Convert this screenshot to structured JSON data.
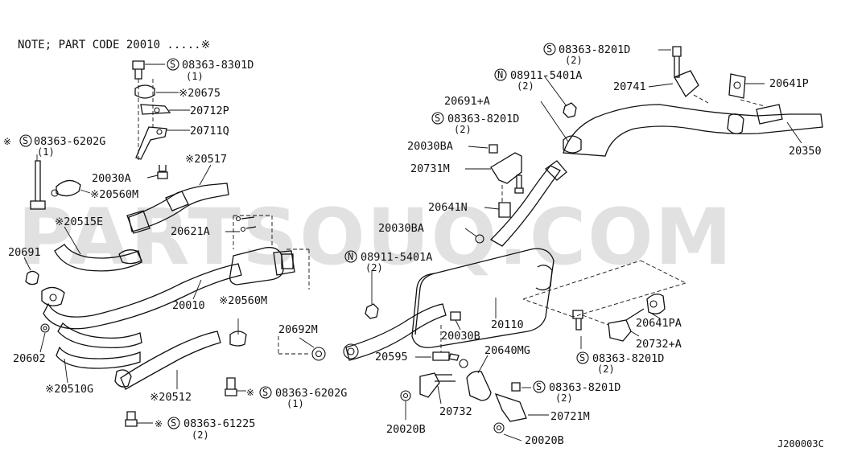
{
  "diagram": {
    "note": "NOTE; PART CODE 20010 .....※",
    "code": "J200003C",
    "watermark": "PARTSOUQ.COM",
    "symbols": {
      "s": "S",
      "n": "N"
    },
    "labels": {
      "bolt_8301D": "08363-8301D",
      "qty_1a": "(1)",
      "p20675": "※20675",
      "p20712P": "20712P",
      "p20711Q": "20711Q",
      "bolt_6202G_left": "08363-6202G",
      "qty_1b": "(1)",
      "p20517": "※20517",
      "p20030A": "20030A",
      "p20560M_top": "※20560M",
      "p20515E": "※20515E",
      "p20621A": "20621A",
      "p20691": "20691",
      "p20010": "20010",
      "p20560M_mid": "※20560M",
      "p20602": "20602",
      "p20510G": "※20510G",
      "p20512": "※20512",
      "bolt_6202G_bottom": "08363-6202G",
      "qty_1c": "(1)",
      "bolt_61225": "08363-61225",
      "qty_2a": "(2)",
      "bolt_8201D_top": "08363-8201D",
      "qty_2b": "(2)",
      "nut_5401A_top": "08911-5401A",
      "qty_2c": "(2)",
      "p20741": "20741",
      "p20641P": "20641P",
      "p20691A": "20691+A",
      "bolt_8201D_mid": "08363-8201D",
      "qty_2d": "(2)",
      "p20030BA_top": "20030BA",
      "p20731M": "20731M",
      "p20350": "20350",
      "p20641N": "20641N",
      "p20030BA_mid": "20030BA",
      "nut_5401A_mid": "08911-5401A",
      "qty_2e": "(2)",
      "p20692M": "20692M",
      "p20110": "20110",
      "p20030B": "20030B",
      "p20595": "20595",
      "p20640MG": "20640MG",
      "p20641PA": "20641PA",
      "p20732A": "20732+A",
      "bolt_8201D_right": "08363-8201D",
      "qty_2f": "(2)",
      "bolt_8201D_lower": "08363-8201D",
      "qty_2g": "(2)",
      "p20732": "20732",
      "p20721M": "20721M",
      "p20020B_left": "20020B",
      "p20020B_right": "20020B"
    }
  }
}
